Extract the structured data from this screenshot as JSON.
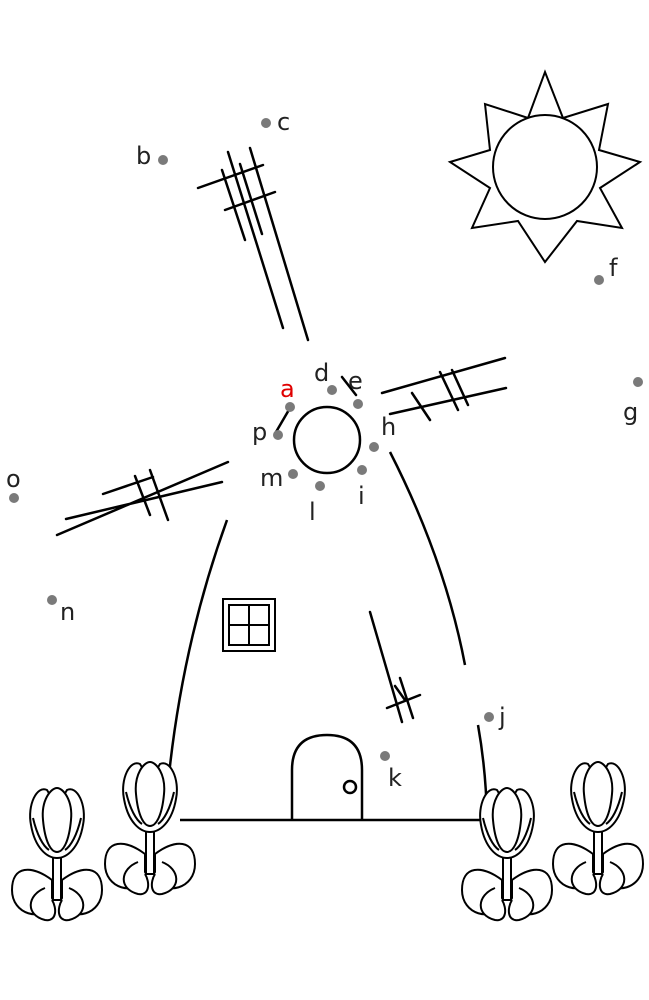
{
  "puzzle": {
    "start_color": "#e00000",
    "dot_color": "#7a7a7a",
    "line_color": "#000000",
    "points": [
      {
        "id": "a",
        "label": "a",
        "start": true
      },
      {
        "id": "b",
        "label": "b"
      },
      {
        "id": "c",
        "label": "c"
      },
      {
        "id": "d",
        "label": "d"
      },
      {
        "id": "e",
        "label": "e"
      },
      {
        "id": "f",
        "label": "f"
      },
      {
        "id": "g",
        "label": "g"
      },
      {
        "id": "h",
        "label": "h"
      },
      {
        "id": "i",
        "label": "i"
      },
      {
        "id": "j",
        "label": "j"
      },
      {
        "id": "k",
        "label": "k"
      },
      {
        "id": "l",
        "label": "l"
      },
      {
        "id": "m",
        "label": "m"
      },
      {
        "id": "n",
        "label": "n"
      },
      {
        "id": "o",
        "label": "o"
      },
      {
        "id": "p",
        "label": "p"
      }
    ]
  }
}
